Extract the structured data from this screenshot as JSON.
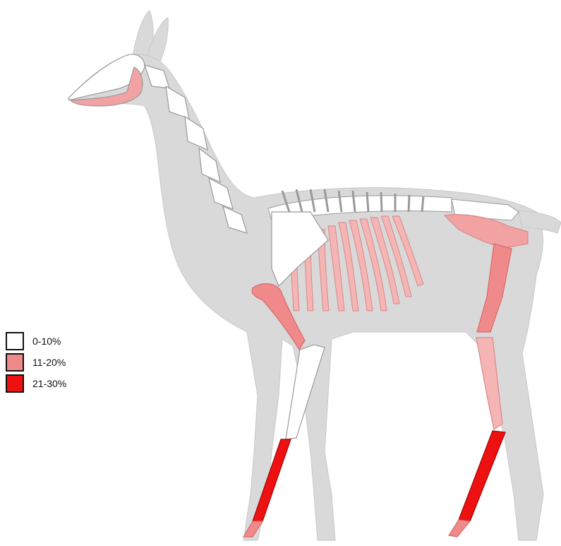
{
  "legend": {
    "items": [
      {
        "label": "0-10%",
        "color": "#ffffff"
      },
      {
        "label": "11-20%",
        "color": "#f08a8a"
      },
      {
        "label": "21-30%",
        "color": "#ee1111"
      }
    ]
  },
  "colors": {
    "body": "#d9d9d9",
    "bone_low": "#ffffff",
    "bone_mid": "#f2a2a2",
    "bone_high": "#ee1111",
    "outline": "#9a9a9a"
  }
}
